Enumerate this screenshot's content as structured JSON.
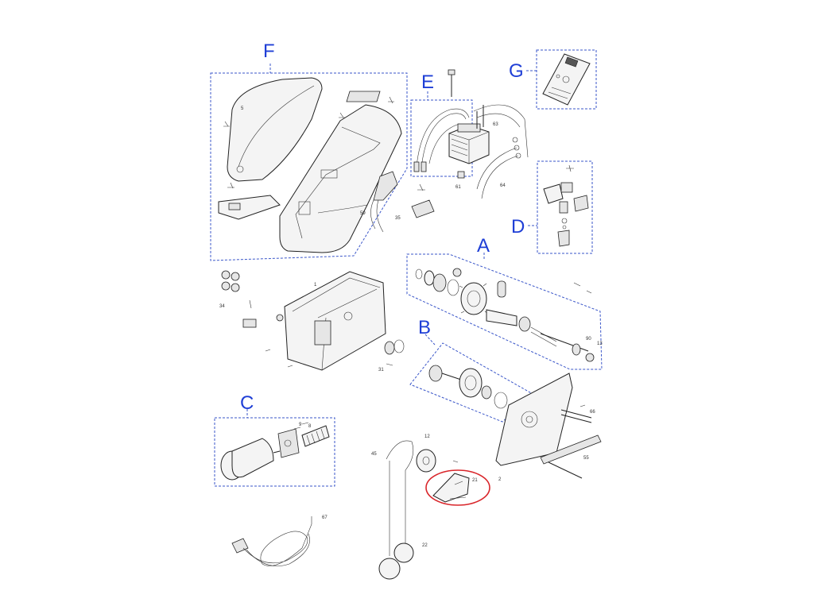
{
  "groups": {
    "A": "A",
    "B": "B",
    "C": "C",
    "D": "D",
    "E": "E",
    "F": "F",
    "G": "G"
  },
  "callouts": {
    "n5": "5",
    "n1": "1",
    "n2": "2",
    "n8": "8",
    "n9": "9",
    "n12": "12",
    "n13": "13",
    "n22": "22",
    "n21": "21",
    "n31": "31",
    "n34": "34",
    "n35": "35",
    "n45": "45",
    "n55": "55",
    "n59": "59",
    "n61": "61",
    "n63": "63",
    "n64": "64",
    "n66": "66",
    "n67": "67",
    "n90": "90"
  },
  "colors": {
    "group_letter": "#1f3fd6",
    "group_border": "#3a56c9",
    "highlight_ring": "#d9262b",
    "line": "#222222"
  }
}
